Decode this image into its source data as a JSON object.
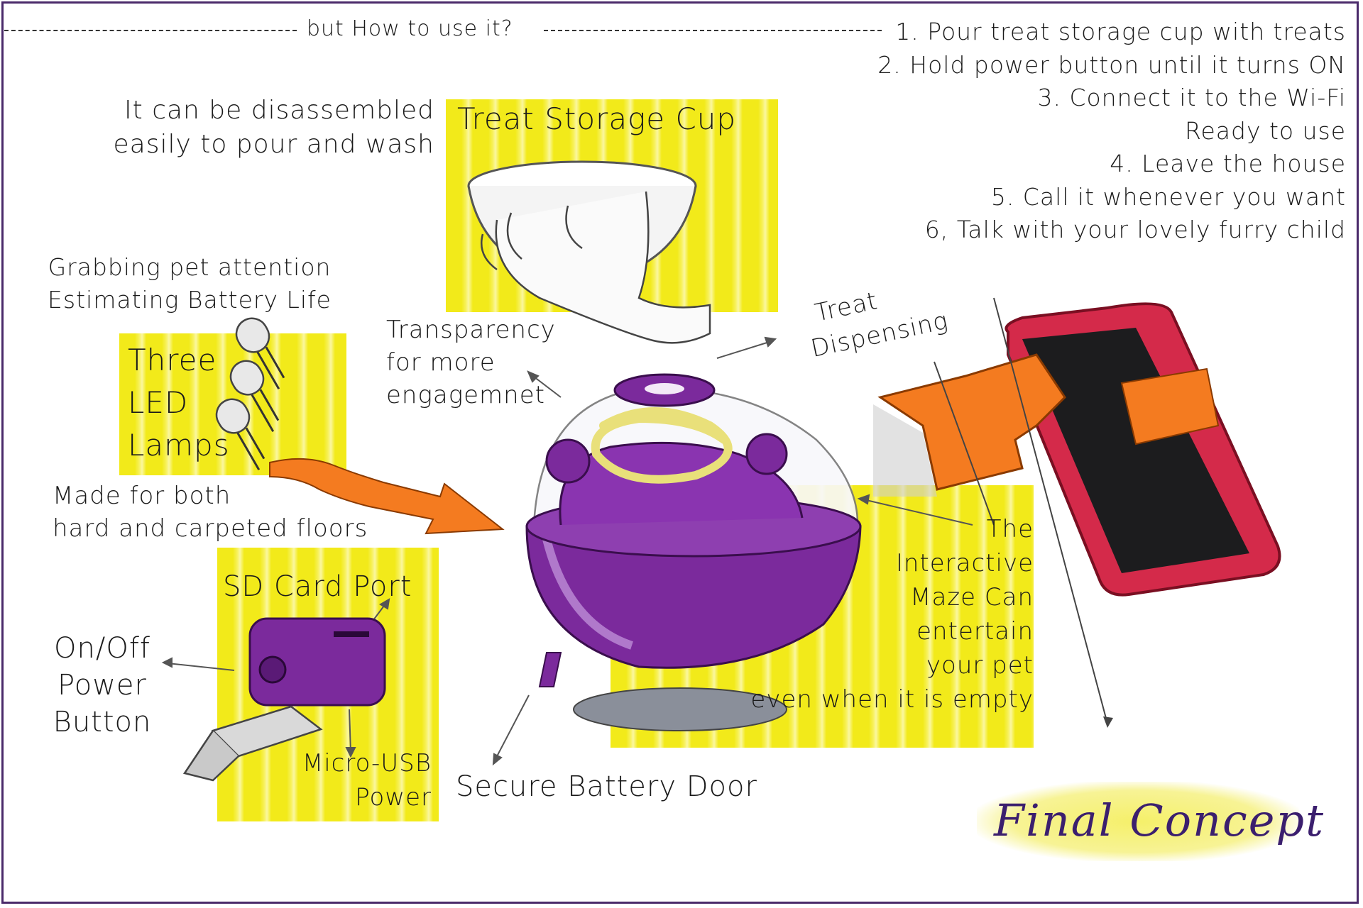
{
  "header": {
    "question": "but How to use it?",
    "steps": [
      "1. Pour treat storage cup with treats",
      "2. Hold power button until it turns ON",
      "3. Connect it to the Wi-Fi",
      "Ready to use",
      "4. Leave the house",
      "5. Call it whenever you want",
      "6, Talk with your lovely furry child"
    ]
  },
  "labels": {
    "disassemble_line1": "It can be disassembled",
    "disassemble_line2": "easily to pour and wash",
    "treat_cup": "Treat Storage Cup",
    "grabbing": "Grabbing pet attention",
    "battery_life": "Estimating Battery Life",
    "led_line1": "Three",
    "led_line2": "LED",
    "led_line3": "Lamps",
    "transparency_line1": "Transparency",
    "transparency_line2": "for more",
    "transparency_line3": "engagemnet",
    "treat_line1": "Treat",
    "treat_line2": "Dispensing",
    "floors_line1": "Made for both",
    "floors_line2": "hard and carpeted floors",
    "sd_port": "SD Card Port",
    "power_line1": "On/Off",
    "power_line2": "Power",
    "power_line3": "Button",
    "usb_line1": "Micro-USB",
    "usb_line2": "Power",
    "battery_door": "Secure Battery Door",
    "maze_line1": "The",
    "maze_line2": "Interactive",
    "maze_line3": "Maze Can",
    "maze_line4": "entertain",
    "maze_line5": "your pet",
    "maze_line6": "even when it is empty",
    "final": "Final Concept"
  },
  "colors": {
    "yellow": "#f2ea1a",
    "purple": "#7b2a9c",
    "orange": "#f47b20",
    "phone_red": "#d42a4a",
    "title_purple": "#3b1f6e"
  }
}
